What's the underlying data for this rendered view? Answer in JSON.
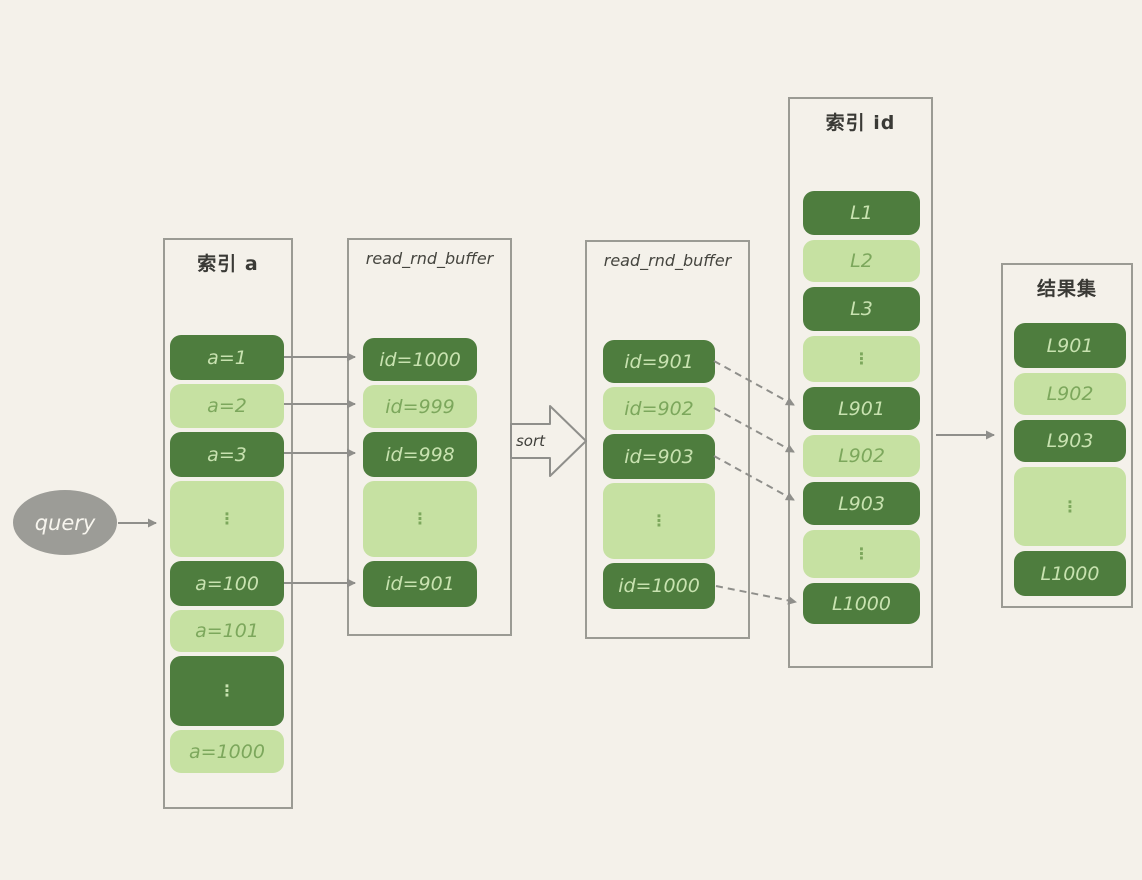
{
  "diagram": {
    "query": {
      "label": "query"
    },
    "sort": {
      "label": "sort"
    },
    "columns": [
      {
        "id": "index-a",
        "title": "索引 a",
        "cells": [
          {
            "text": "a=1",
            "tone": "dark"
          },
          {
            "text": "a=2",
            "tone": "light"
          },
          {
            "text": "a=3",
            "tone": "dark"
          },
          {
            "text": "⋮",
            "tone": "light"
          },
          {
            "text": "a=100",
            "tone": "dark"
          },
          {
            "text": "a=101",
            "tone": "light"
          },
          {
            "text": "⋮",
            "tone": "dark"
          },
          {
            "text": "a=1000",
            "tone": "light"
          }
        ]
      },
      {
        "id": "buffer-unsorted",
        "title": "read_rnd_buffer",
        "cells": [
          {
            "text": "id=1000",
            "tone": "dark"
          },
          {
            "text": "id=999",
            "tone": "light"
          },
          {
            "text": "id=998",
            "tone": "dark"
          },
          {
            "text": "⋮",
            "tone": "light"
          },
          {
            "text": "id=901",
            "tone": "dark"
          }
        ]
      },
      {
        "id": "buffer-sorted",
        "title": "read_rnd_buffer",
        "cells": [
          {
            "text": "id=901",
            "tone": "dark"
          },
          {
            "text": "id=902",
            "tone": "light"
          },
          {
            "text": "id=903",
            "tone": "dark"
          },
          {
            "text": "⋮",
            "tone": "light"
          },
          {
            "text": "id=1000",
            "tone": "dark"
          }
        ]
      },
      {
        "id": "index-id",
        "title": "索引 id",
        "cells": [
          {
            "text": "L1",
            "tone": "dark"
          },
          {
            "text": "L2",
            "tone": "light"
          },
          {
            "text": "L3",
            "tone": "dark"
          },
          {
            "text": "⋮",
            "tone": "light"
          },
          {
            "text": "L901",
            "tone": "dark"
          },
          {
            "text": "L902",
            "tone": "light"
          },
          {
            "text": "L903",
            "tone": "dark"
          },
          {
            "text": "⋮",
            "tone": "light"
          },
          {
            "text": "L1000",
            "tone": "dark"
          }
        ]
      },
      {
        "id": "result-set",
        "title": "结果集",
        "cells": [
          {
            "text": "L901",
            "tone": "dark"
          },
          {
            "text": "L902",
            "tone": "light"
          },
          {
            "text": "L903",
            "tone": "dark"
          },
          {
            "text": "⋮",
            "tone": "light"
          },
          {
            "text": "L1000",
            "tone": "dark"
          }
        ]
      }
    ],
    "colors": {
      "dark_cell": "#4e7d3e",
      "light_cell": "#c6e1a2",
      "dark_cell_text": "#c8e2b0",
      "light_cell_text": "#7ca75c",
      "box_border": "#9b9b94",
      "arrow": "#8f8f8b",
      "query_fill": "#9c9c97",
      "background": "#f4f1ea"
    }
  }
}
